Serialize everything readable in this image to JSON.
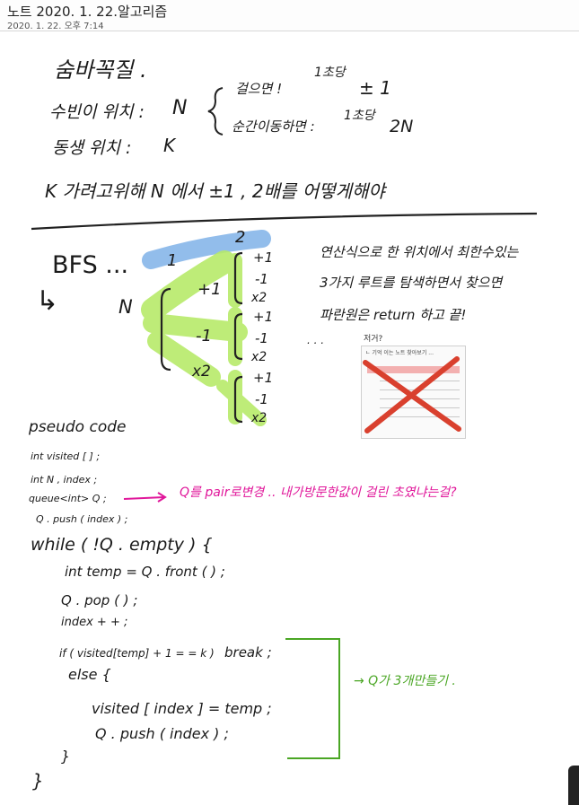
{
  "header": {
    "title": "노트 2020. 1. 22.알고리즘",
    "date": "2020. 1. 22. 오후 7:14"
  },
  "problem": {
    "title": "숨바꼭질 .",
    "subin_label": "수빈이 위치 :",
    "subin_var": "N",
    "sibling_label": "동생 위치 :",
    "sibling_var": "K",
    "walk_label": "걸으면 !",
    "walk_time": "1초당",
    "walk_move": "± 1",
    "teleport_label": "순간이동하면 :",
    "teleport_time": "1초당",
    "teleport_move": "2N",
    "goal": "K 가려고위해   N 에서 ±1 , 2배를 어떻게해야"
  },
  "bfs": {
    "label": "BFS ...",
    "arrow": "↳",
    "level_one": "1",
    "level_two": "2",
    "root": "N",
    "branch_plus": "+1",
    "branch_minus": "-1",
    "branch_x2": "x2",
    "leaf_plus": "+1",
    "leaf_minus": "-1",
    "leaf_x2": "x2",
    "explanation_1": "연산식으로 한 위치에서 최한수있는",
    "explanation_2": "3가지 루트를 탐색하면서 찾으면",
    "explanation_3": "파란원은 return 하고 끝!",
    "dots": ". . ."
  },
  "thumbnail": {
    "title": "저거?",
    "subtitle": "ㄴ 기억 이는 노트 찾아보기 ..."
  },
  "pseudo": {
    "heading": "pseudo code",
    "line1": "int visited [ ] ;",
    "line2": "int N , index ;",
    "line3": "queue<int> Q ;",
    "line4": "Q . push ( index ) ;",
    "note_arrow": "⟶",
    "note": "Q를 pair로변경 .. 내가방문한값이 걸린 초였냐는걸?",
    "while": "while ( !Q . empty ) {",
    "w1": "int temp = Q . front ( ) ;",
    "w2": "Q . pop ( ) ;",
    "w3": "index + + ;",
    "if": "if ( visited[temp] + 1 = = k )",
    "break": "break ;",
    "else": "else {",
    "e1": "visited [ index ] = temp ;",
    "e2": "Q . push ( index ) ;",
    "close_inner": "}",
    "close_outer": "}",
    "green_note": "→ Q가 3개만들기 ."
  },
  "colors": {
    "ink": "#1a1a1a",
    "pink": "#e0169a",
    "green_highlight": "#b7ea6a",
    "green_ink": "#4aa624",
    "blue_highlight": "#7fb2e8",
    "red_cross": "#d9402e"
  }
}
